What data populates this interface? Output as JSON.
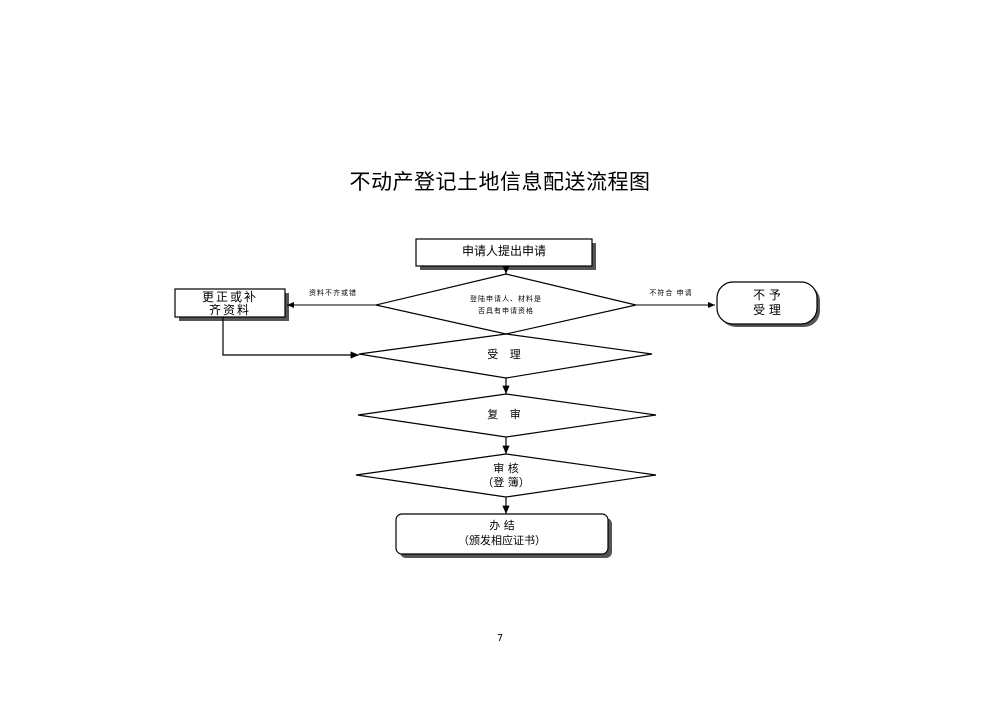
{
  "document": {
    "title": "不动产登记土地信息配送流程图",
    "page_number": "7"
  },
  "flow": {
    "start": "申请人提出申请",
    "check_line1": "登陆申请人、材料是",
    "check_line2": "否具有申请资格",
    "branch_left_label": "资料不齐或错",
    "branch_right_label": "不符合 申请",
    "correct_line1": "更正或补",
    "correct_line2": "齐资料",
    "reject_line1": "不 予",
    "reject_line2": "受 理",
    "accept": "受 理",
    "review": "复 审",
    "audit_line1": "审  核",
    "audit_line2": "（登 簿）",
    "finish_line1": "办  结",
    "finish_line2": "（颁发相应证书）"
  }
}
